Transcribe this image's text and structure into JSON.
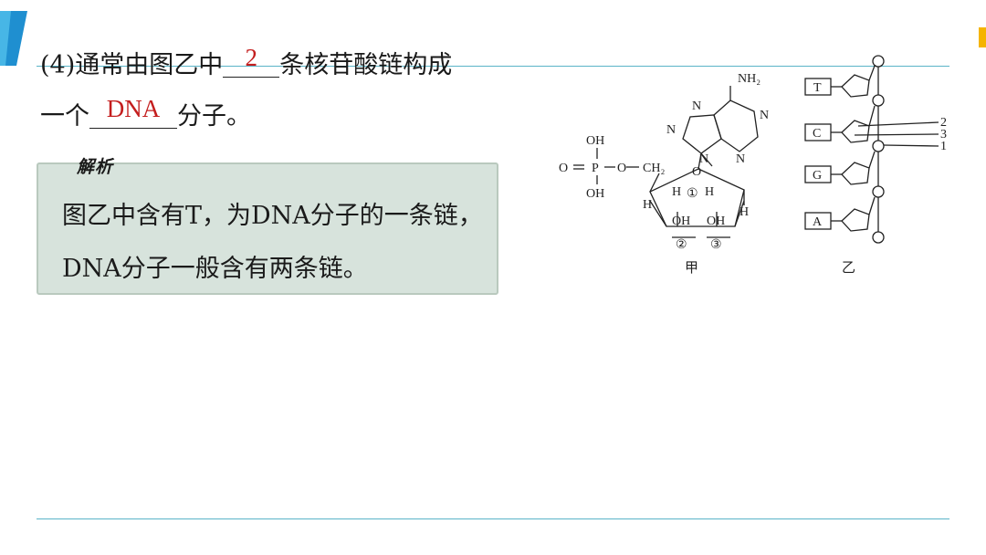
{
  "question": {
    "line1_before": "(4)通常由图乙中",
    "answer1": "2",
    "line1_after": "条核苷酸链构成",
    "line2_before": "一个",
    "answer2": "DNA",
    "line2_after": "分子。"
  },
  "analysis": {
    "title": "解析",
    "text": "图乙中含有T，为DNA分子的一条链，DNA分子一般含有两条链。"
  },
  "figure_jia": {
    "caption": "甲",
    "labels": {
      "nh2": "NH₂",
      "n": "N",
      "oh": "OH",
      "o": "O",
      "p": "P",
      "ch2": "CH₂",
      "h": "H",
      "circ1": "①",
      "circ2": "②",
      "circ3": "③"
    }
  },
  "figure_yi": {
    "caption": "乙",
    "bases": [
      "T",
      "C",
      "G",
      "A"
    ],
    "pointer_labels": [
      "2",
      "3",
      "1"
    ]
  },
  "colors": {
    "answer": "#c41e1e",
    "rule": "#5ab4c8",
    "analysis_bg": "#d7e3dc",
    "accent_left": "#1f8fd0",
    "accent_right": "#f5b400"
  }
}
